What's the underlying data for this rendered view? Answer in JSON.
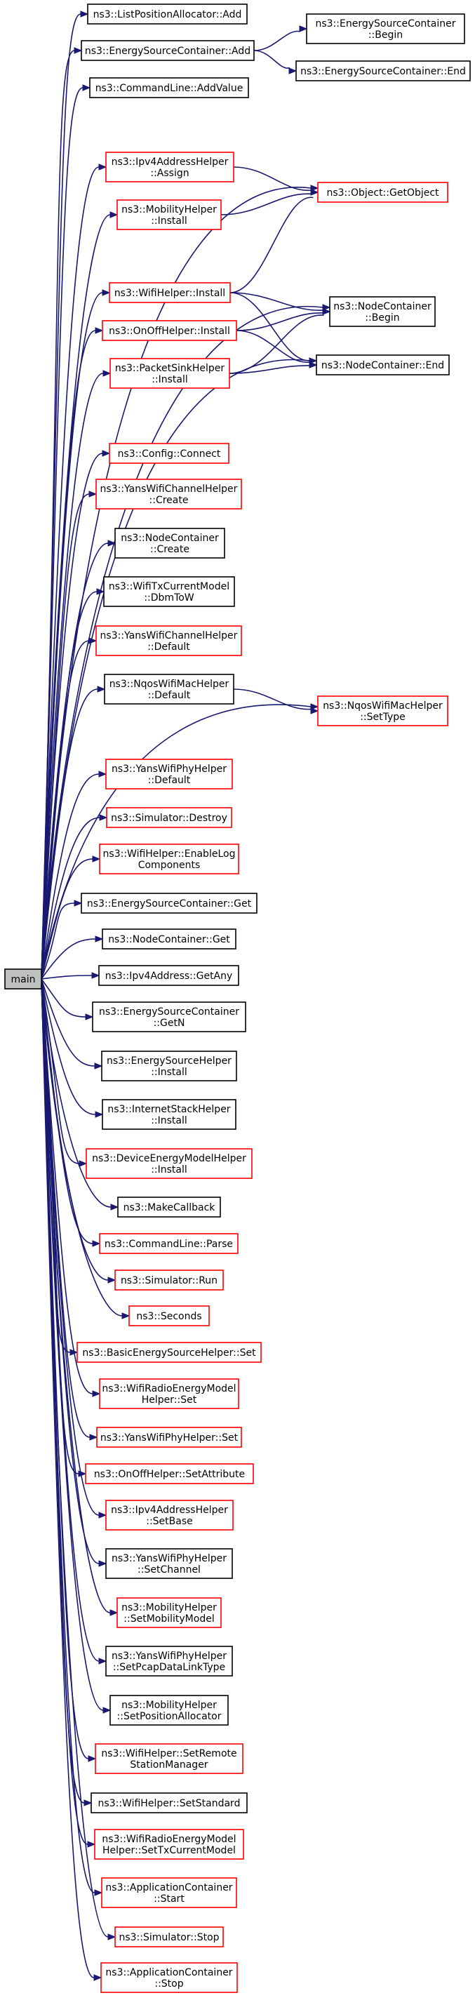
{
  "nodes": [
    {
      "id": "main",
      "lines": [
        "main"
      ],
      "border": "root"
    },
    {
      "id": "n1",
      "lines": [
        "ns3::ListPositionAllocator::Add"
      ],
      "border": "black"
    },
    {
      "id": "n2",
      "lines": [
        "ns3::EnergySourceContainer::Add"
      ],
      "border": "black"
    },
    {
      "id": "n3",
      "lines": [
        "ns3::EnergySourceContainer",
        "::Begin"
      ],
      "border": "black"
    },
    {
      "id": "n4",
      "lines": [
        "ns3::EnergySourceContainer::End"
      ],
      "border": "black"
    },
    {
      "id": "n5",
      "lines": [
        "ns3::CommandLine::AddValue"
      ],
      "border": "black"
    },
    {
      "id": "n6",
      "lines": [
        "ns3::Ipv4AddressHelper",
        "::Assign"
      ],
      "border": "red"
    },
    {
      "id": "n7",
      "lines": [
        "ns3::Object::GetObject"
      ],
      "border": "red"
    },
    {
      "id": "n8",
      "lines": [
        "ns3::MobilityHelper",
        "::Install"
      ],
      "border": "red"
    },
    {
      "id": "n9",
      "lines": [
        "ns3::WifiHelper::Install"
      ],
      "border": "red"
    },
    {
      "id": "n10",
      "lines": [
        "ns3::NodeContainer",
        "::Begin"
      ],
      "border": "black"
    },
    {
      "id": "n11",
      "lines": [
        "ns3::NodeContainer::End"
      ],
      "border": "black"
    },
    {
      "id": "n12",
      "lines": [
        "ns3::OnOffHelper::Install"
      ],
      "border": "red"
    },
    {
      "id": "n13",
      "lines": [
        "ns3::PacketSinkHelper",
        "::Install"
      ],
      "border": "red"
    },
    {
      "id": "n14",
      "lines": [
        "ns3::Config::Connect"
      ],
      "border": "red"
    },
    {
      "id": "n15",
      "lines": [
        "ns3::YansWifiChannelHelper",
        "::Create"
      ],
      "border": "red"
    },
    {
      "id": "n16",
      "lines": [
        "ns3::NodeContainer",
        "::Create"
      ],
      "border": "black"
    },
    {
      "id": "n17",
      "lines": [
        "ns3::WifiTxCurrentModel",
        "::DbmToW"
      ],
      "border": "black"
    },
    {
      "id": "n18",
      "lines": [
        "ns3::YansWifiChannelHelper",
        "::Default"
      ],
      "border": "red"
    },
    {
      "id": "n19",
      "lines": [
        "ns3::NqosWifiMacHelper",
        "::Default"
      ],
      "border": "black"
    },
    {
      "id": "n20",
      "lines": [
        "ns3::NqosWifiMacHelper",
        "::SetType"
      ],
      "border": "red"
    },
    {
      "id": "n21",
      "lines": [
        "ns3::YansWifiPhyHelper",
        "::Default"
      ],
      "border": "red"
    },
    {
      "id": "n22",
      "lines": [
        "ns3::Simulator::Destroy"
      ],
      "border": "red"
    },
    {
      "id": "n23",
      "lines": [
        "ns3::WifiHelper::EnableLog",
        "Components"
      ],
      "border": "red"
    },
    {
      "id": "n24",
      "lines": [
        "ns3::EnergySourceContainer::Get"
      ],
      "border": "black"
    },
    {
      "id": "n25",
      "lines": [
        "ns3::NodeContainer::Get"
      ],
      "border": "black"
    },
    {
      "id": "n26",
      "lines": [
        "ns3::Ipv4Address::GetAny"
      ],
      "border": "black"
    },
    {
      "id": "n27",
      "lines": [
        "ns3::EnergySourceContainer",
        "::GetN"
      ],
      "border": "black"
    },
    {
      "id": "n28",
      "lines": [
        "ns3::EnergySourceHelper",
        "::Install"
      ],
      "border": "black"
    },
    {
      "id": "n29",
      "lines": [
        "ns3::InternetStackHelper",
        "::Install"
      ],
      "border": "black"
    },
    {
      "id": "n30",
      "lines": [
        "ns3::DeviceEnergyModelHelper",
        "::Install"
      ],
      "border": "red"
    },
    {
      "id": "n31",
      "lines": [
        "ns3::MakeCallback"
      ],
      "border": "black"
    },
    {
      "id": "n32",
      "lines": [
        "ns3::CommandLine::Parse"
      ],
      "border": "red"
    },
    {
      "id": "n33",
      "lines": [
        "ns3::Simulator::Run"
      ],
      "border": "red"
    },
    {
      "id": "n34",
      "lines": [
        "ns3::Seconds"
      ],
      "border": "red"
    },
    {
      "id": "n35",
      "lines": [
        "ns3::BasicEnergySourceHelper::Set"
      ],
      "border": "red"
    },
    {
      "id": "n36",
      "lines": [
        "ns3::WifiRadioEnergyModel",
        "Helper::Set"
      ],
      "border": "red"
    },
    {
      "id": "n37",
      "lines": [
        "ns3::YansWifiPhyHelper::Set"
      ],
      "border": "red"
    },
    {
      "id": "n38",
      "lines": [
        "ns3::OnOffHelper::SetAttribute"
      ],
      "border": "red"
    },
    {
      "id": "n39",
      "lines": [
        "ns3::Ipv4AddressHelper",
        "::SetBase"
      ],
      "border": "red"
    },
    {
      "id": "n40",
      "lines": [
        "ns3::YansWifiPhyHelper",
        "::SetChannel"
      ],
      "border": "black"
    },
    {
      "id": "n41",
      "lines": [
        "ns3::MobilityHelper",
        "::SetMobilityModel"
      ],
      "border": "red"
    },
    {
      "id": "n42",
      "lines": [
        "ns3::YansWifiPhyHelper",
        "::SetPcapDataLinkType"
      ],
      "border": "black"
    },
    {
      "id": "n43",
      "lines": [
        "ns3::MobilityHelper",
        "::SetPositionAllocator"
      ],
      "border": "black"
    },
    {
      "id": "n44",
      "lines": [
        "ns3::WifiHelper::SetRemote",
        "StationManager"
      ],
      "border": "red"
    },
    {
      "id": "n45",
      "lines": [
        "ns3::WifiHelper::SetStandard"
      ],
      "border": "black"
    },
    {
      "id": "n46",
      "lines": [
        "ns3::WifiRadioEnergyModel",
        "Helper::SetTxCurrentModel"
      ],
      "border": "red"
    },
    {
      "id": "n47",
      "lines": [
        "ns3::ApplicationContainer",
        "::Start"
      ],
      "border": "red"
    },
    {
      "id": "n48",
      "lines": [
        "ns3::Simulator::Stop"
      ],
      "border": "red"
    },
    {
      "id": "n49",
      "lines": [
        "ns3::ApplicationContainer",
        "::Stop"
      ],
      "border": "red"
    }
  ],
  "edges": [
    [
      "main",
      "n1"
    ],
    [
      "main",
      "n2"
    ],
    [
      "n2",
      "n3"
    ],
    [
      "n2",
      "n4"
    ],
    [
      "main",
      "n5"
    ],
    [
      "main",
      "n7"
    ],
    [
      "main",
      "n6"
    ],
    [
      "n6",
      "n7"
    ],
    [
      "main",
      "n8"
    ],
    [
      "n8",
      "n7"
    ],
    [
      "main",
      "n10"
    ],
    [
      "main",
      "n9"
    ],
    [
      "n9",
      "n7"
    ],
    [
      "n9",
      "n10"
    ],
    [
      "n9",
      "n11"
    ],
    [
      "main",
      "n12"
    ],
    [
      "n12",
      "n10"
    ],
    [
      "n12",
      "n11"
    ],
    [
      "main",
      "n11"
    ],
    [
      "main",
      "n13"
    ],
    [
      "n13",
      "n10"
    ],
    [
      "n13",
      "n11"
    ],
    [
      "main",
      "n14"
    ],
    [
      "main",
      "n15"
    ],
    [
      "main",
      "n16"
    ],
    [
      "main",
      "n17"
    ],
    [
      "main",
      "n18"
    ],
    [
      "main",
      "n19"
    ],
    [
      "n19",
      "n20"
    ],
    [
      "main",
      "n20"
    ],
    [
      "main",
      "n21"
    ],
    [
      "main",
      "n22"
    ],
    [
      "main",
      "n23"
    ],
    [
      "main",
      "n24"
    ],
    [
      "main",
      "n25"
    ],
    [
      "main",
      "n26"
    ],
    [
      "main",
      "n27"
    ],
    [
      "main",
      "n28"
    ],
    [
      "main",
      "n29"
    ],
    [
      "main",
      "n30"
    ],
    [
      "main",
      "n31"
    ],
    [
      "main",
      "n32"
    ],
    [
      "main",
      "n33"
    ],
    [
      "main",
      "n34"
    ],
    [
      "main",
      "n35"
    ],
    [
      "main",
      "n36"
    ],
    [
      "main",
      "n37"
    ],
    [
      "main",
      "n38"
    ],
    [
      "main",
      "n39"
    ],
    [
      "main",
      "n40"
    ],
    [
      "main",
      "n41"
    ],
    [
      "main",
      "n42"
    ],
    [
      "main",
      "n43"
    ],
    [
      "main",
      "n44"
    ],
    [
      "main",
      "n45"
    ],
    [
      "main",
      "n46"
    ],
    [
      "main",
      "n47"
    ],
    [
      "main",
      "n48"
    ],
    [
      "main",
      "n49"
    ]
  ]
}
